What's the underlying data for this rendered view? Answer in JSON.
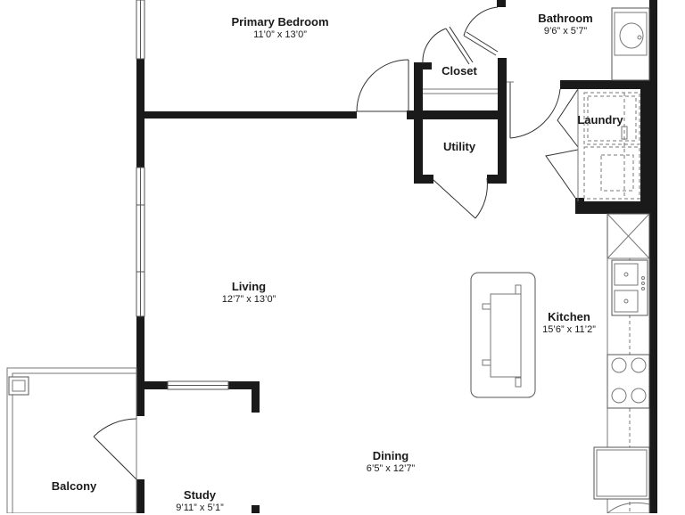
{
  "rooms": {
    "primary_bedroom": {
      "name": "Primary Bedroom",
      "dims": "11’0” x 13’0”"
    },
    "bathroom": {
      "name": "Bathroom",
      "dims": "9’6” x 5’7”"
    },
    "closet": {
      "name": "Closet"
    },
    "laundry": {
      "name": "Laundry"
    },
    "utility": {
      "name": "Utility"
    },
    "living": {
      "name": "Living",
      "dims": "12’7” x 13’0”"
    },
    "kitchen": {
      "name": "Kitchen",
      "dims": "15’6” x 11’2”"
    },
    "dining": {
      "name": "Dining",
      "dims": "6’5” x 12’7”"
    },
    "balcony": {
      "name": "Balcony"
    },
    "study": {
      "name": "Study",
      "dims": "9’11” x 5’1”"
    }
  }
}
